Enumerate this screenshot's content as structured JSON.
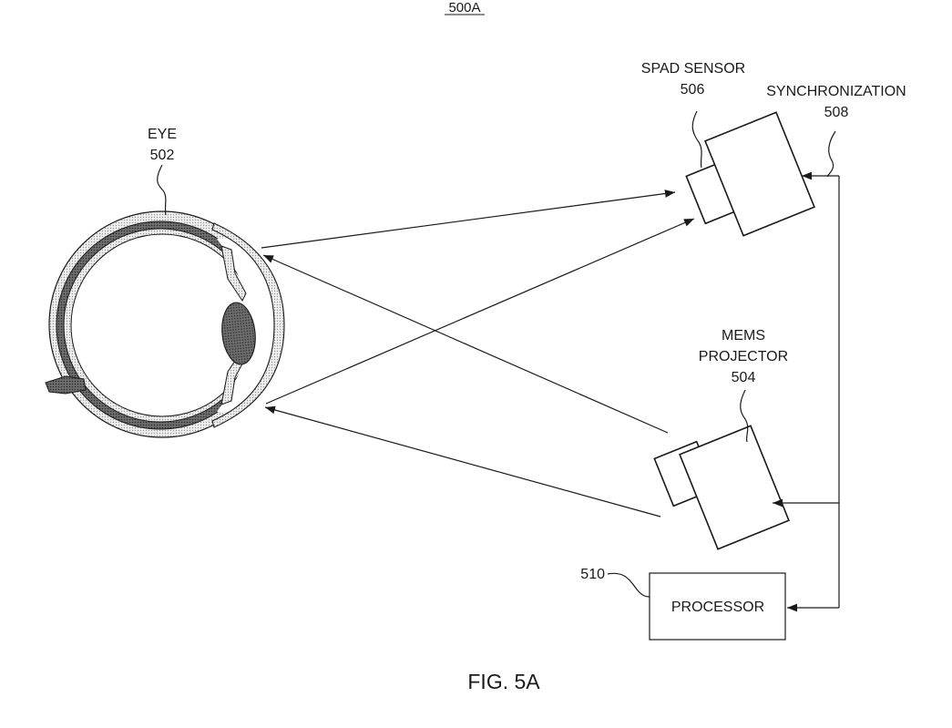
{
  "header": {
    "ref": "500A"
  },
  "eye": {
    "name": "EYE",
    "ref": "502"
  },
  "spad_sensor": {
    "name": "SPAD SENSOR",
    "ref": "506"
  },
  "synchronization": {
    "name": "SYNCHRONIZATION",
    "ref": "508"
  },
  "mems_projector": {
    "name_line1": "MEMS",
    "name_line2": "PROJECTOR",
    "ref": "504"
  },
  "processor": {
    "name": "PROCESSOR",
    "ref": "510"
  },
  "figure": {
    "caption": "FIG. 5A"
  }
}
